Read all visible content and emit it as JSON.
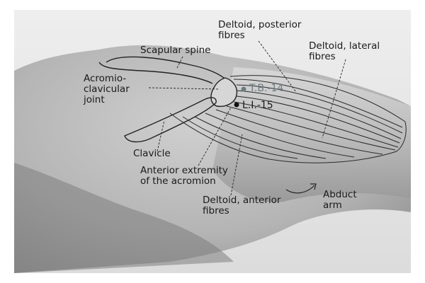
{
  "labels": {
    "scapular_spine": "Scapular spine",
    "acromioclavicular_joint": [
      "Acromio-",
      "clavicular",
      "joint"
    ],
    "deltoid_posterior": [
      "Deltoid, posterior",
      "fibres"
    ],
    "deltoid_lateral": [
      "Deltoid, lateral",
      "fibres"
    ],
    "clavicle": "Clavicle",
    "anterior_extremity_acromion": [
      "Anterior extremity",
      "of the acromion"
    ],
    "deltoid_anterior": [
      "Deltoid, anterior",
      "fibres"
    ],
    "abduct_arm": [
      "Abduct",
      "arm"
    ]
  },
  "points": {
    "tb14": {
      "label": "T.B.-14",
      "color": "#6b7c80"
    },
    "li15": {
      "label": "L.I.-15",
      "color": "#111111"
    }
  }
}
